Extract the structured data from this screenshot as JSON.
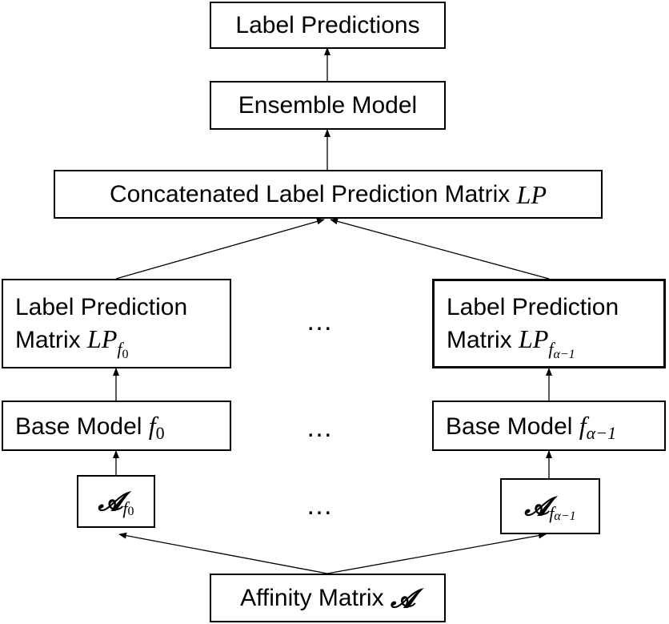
{
  "nodes": {
    "label_predictions": "Label Predictions",
    "ensemble_model": "Ensemble Model",
    "concat_matrix": {
      "text": "Concatenated Label Prediction Matrix",
      "symbol": "LP"
    },
    "lp_left": {
      "line1": "Label Prediction",
      "line2": "Matrix",
      "symbol": "LP",
      "sub_f": "f",
      "sub_idx": "0"
    },
    "lp_right": {
      "line1": "Label Prediction",
      "line2": "Matrix",
      "symbol": "LP",
      "sub_f": "f",
      "sub_idx": "α−1"
    },
    "base_left": {
      "text": "Base Model",
      "f": "f",
      "idx": "0"
    },
    "base_right": {
      "text": "Base Model",
      "f": "f",
      "idx": "α−1"
    },
    "affinity_left": {
      "symbol": "𝓐",
      "sub_f": "f",
      "sub_idx": "0"
    },
    "affinity_right": {
      "symbol": "𝓐",
      "sub_f": "f",
      "sub_idx": "α−1"
    },
    "affinity_matrix": {
      "text": "Affinity Matrix",
      "symbol": "𝓐"
    }
  },
  "ellipsis": "…"
}
